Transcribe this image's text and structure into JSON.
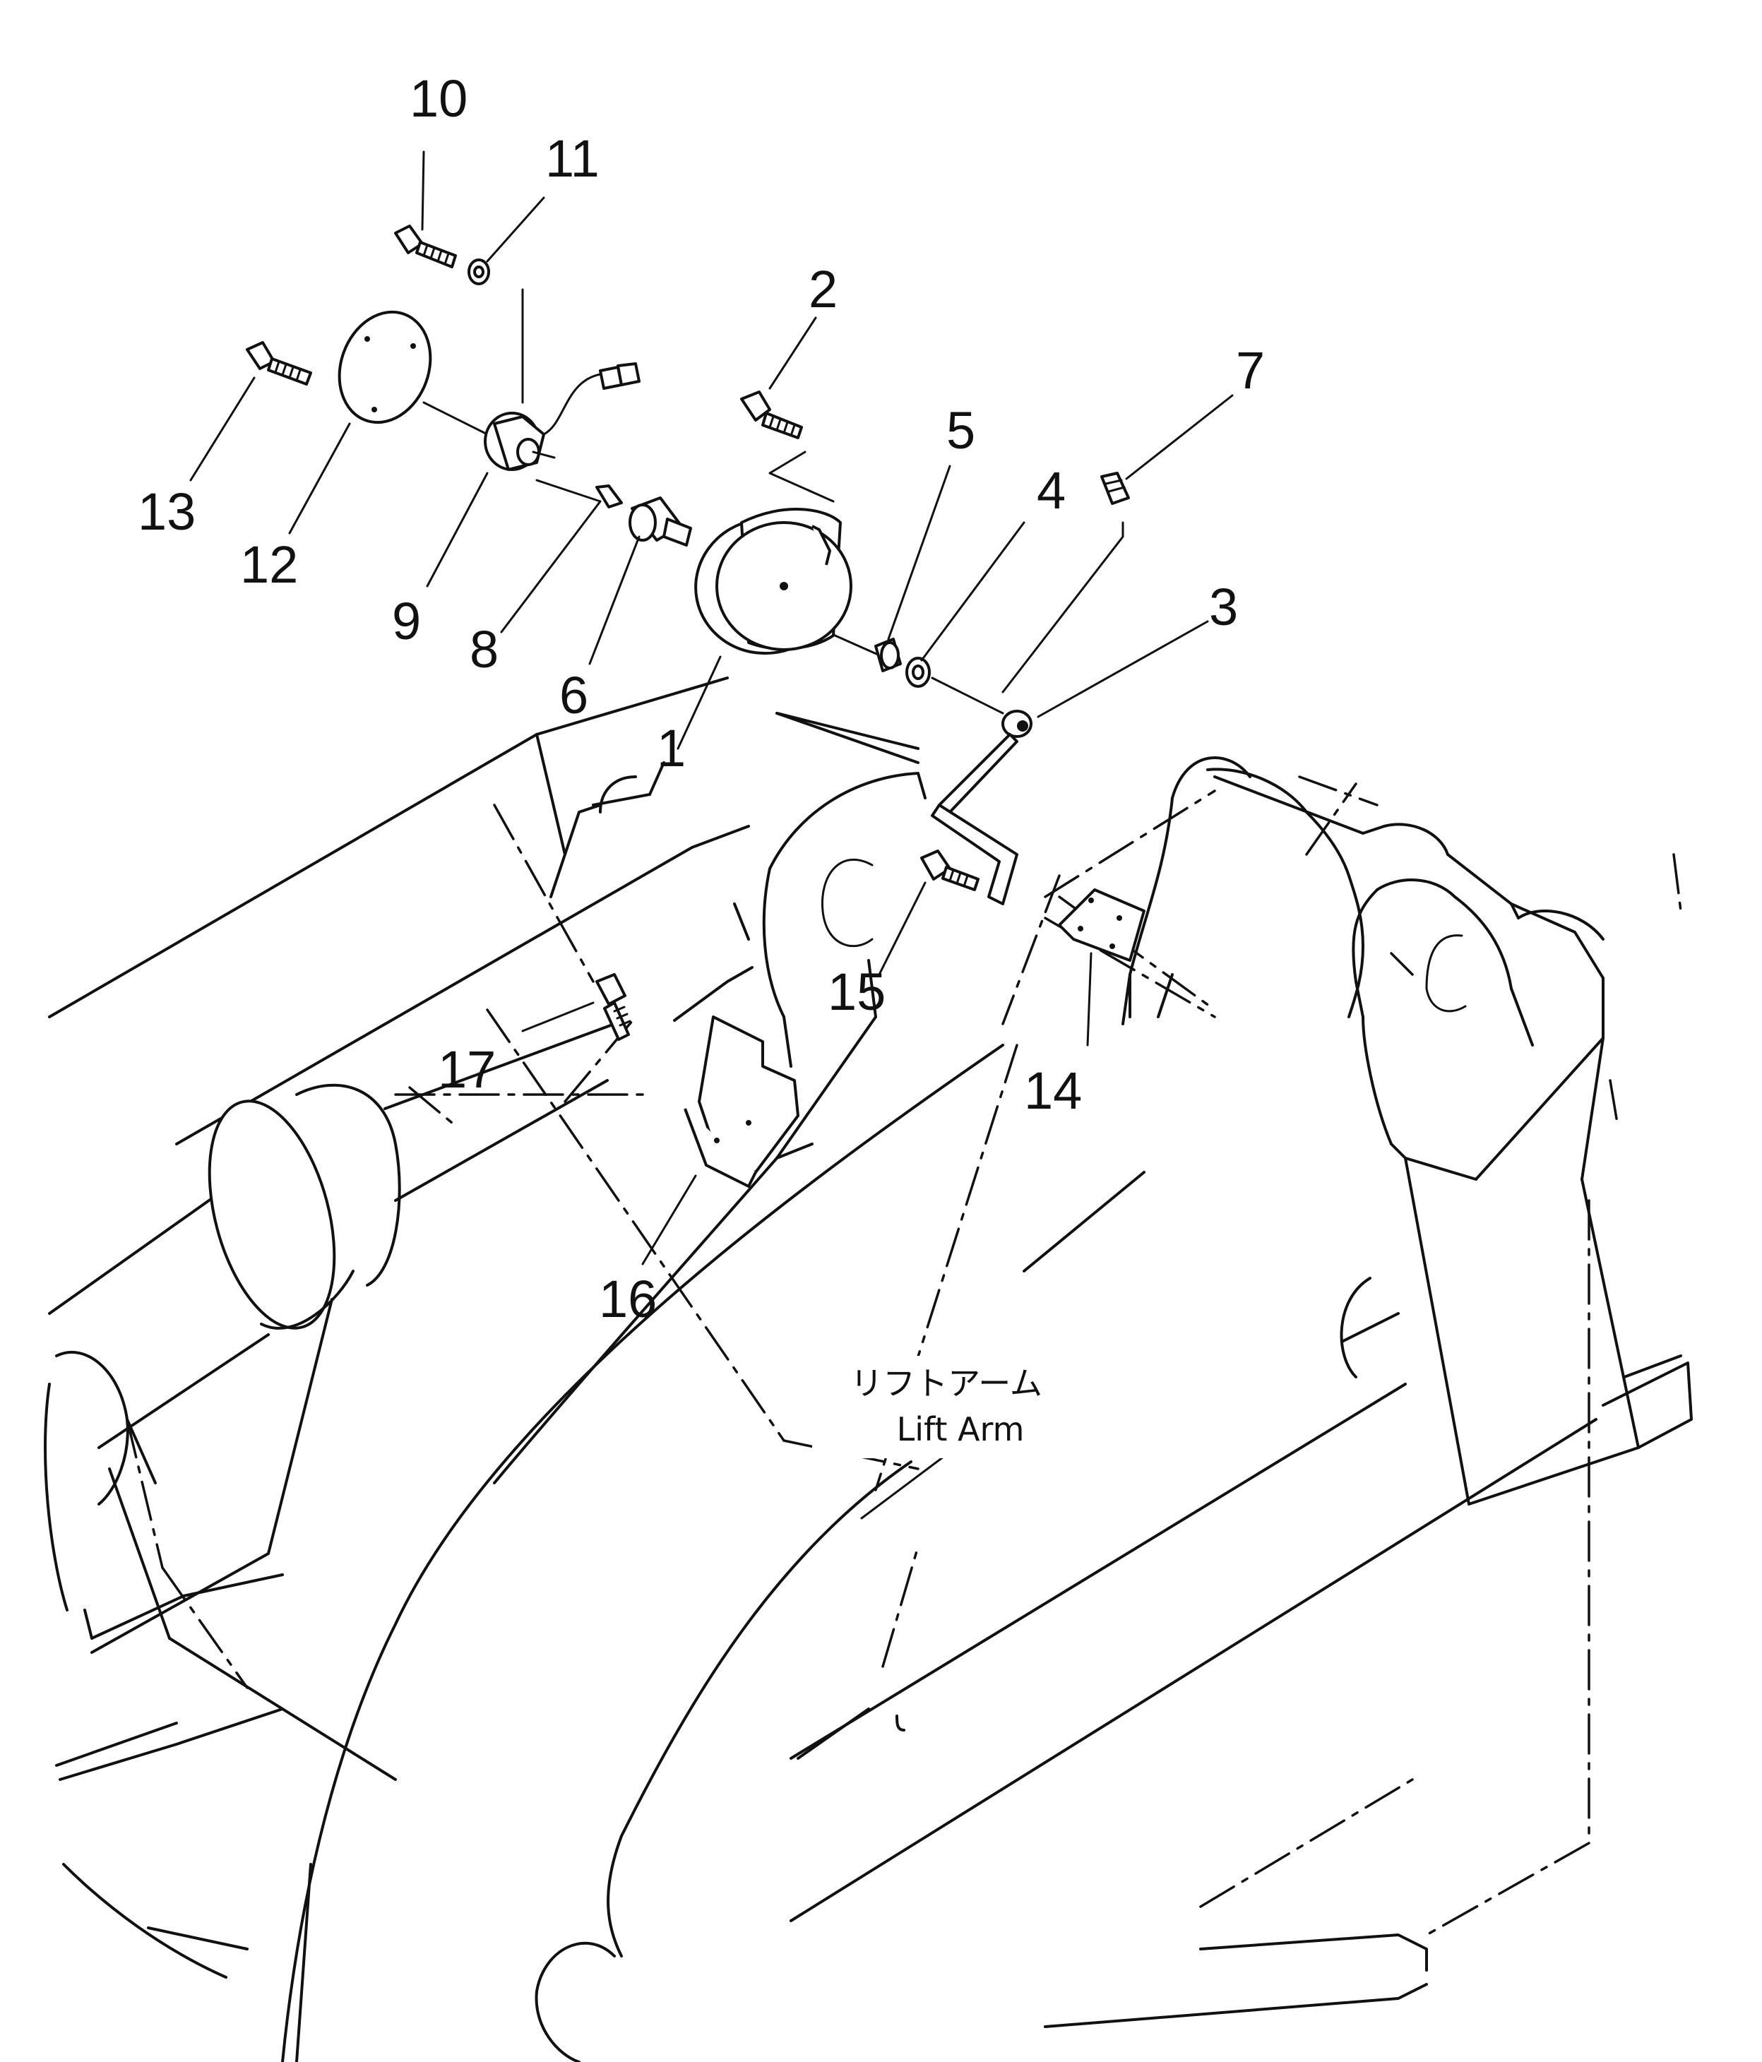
{
  "callouts": [
    "1",
    "2",
    "3",
    "4",
    "5",
    "6",
    "7",
    "8",
    "9",
    "10",
    "11",
    "12",
    "13",
    "14",
    "15",
    "16",
    "17"
  ],
  "part_label": {
    "jp": "リフトアーム",
    "en": "Lift Arm"
  }
}
